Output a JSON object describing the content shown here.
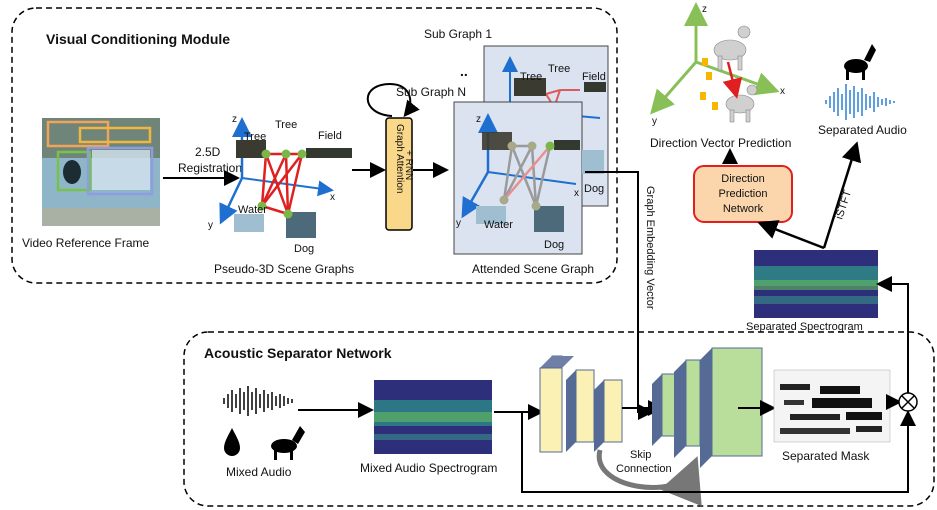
{
  "visual_module": {
    "title": "Visual Conditioning Module",
    "video_frame_label": "Video Reference Frame",
    "registration_label_1": "2.5D",
    "registration_label_2": "Registration",
    "pseudo3d_label": "Pseudo-3D Scene Graphs",
    "graph_attention_label_1": "Graph Attention",
    "graph_attention_label_2": "+ RNN",
    "subgraph_1": "Sub Graph 1",
    "subgraph_n": "Sub Graph N",
    "ellipsis": "..",
    "attended_label": "Attended Scene Graph",
    "nodes": {
      "tree": "Tree",
      "field": "Field",
      "water": "Water",
      "dog": "Dog"
    },
    "axes": {
      "x": "x",
      "y": "y",
      "z": "z"
    }
  },
  "direction": {
    "vector_label": "Direction Vector Prediction",
    "network_label_1": "Direction",
    "network_label_2": "Prediction",
    "network_label_3": "Network",
    "axes": {
      "x": "x",
      "y": "y",
      "z": "z"
    }
  },
  "output": {
    "separated_audio": "Separated Audio",
    "istft": "iSTFT",
    "separated_spectrogram": "Separated Spectrogram",
    "graph_embedding": "Graph Embedding Vector"
  },
  "acoustic": {
    "title": "Acoustic Separator Network",
    "mixed_audio": "Mixed Audio",
    "mixed_spectrogram": "Mixed Audio Spectrogram",
    "skip_1": "Skip",
    "skip_2": "Connection",
    "separated_mask": "Separated Mask"
  },
  "colors": {
    "graph_edge": "#e02020",
    "node": "#7ab648",
    "axis_z": "#1f6fd0",
    "axis_y": "#88c057",
    "attention_box": "#f9d88a",
    "direction_box": "#fbd6ad",
    "direction_border": "#e02020",
    "encoder": "#fbf1b4",
    "decoder": "#b9dd9a",
    "block_side": "#556a95"
  }
}
